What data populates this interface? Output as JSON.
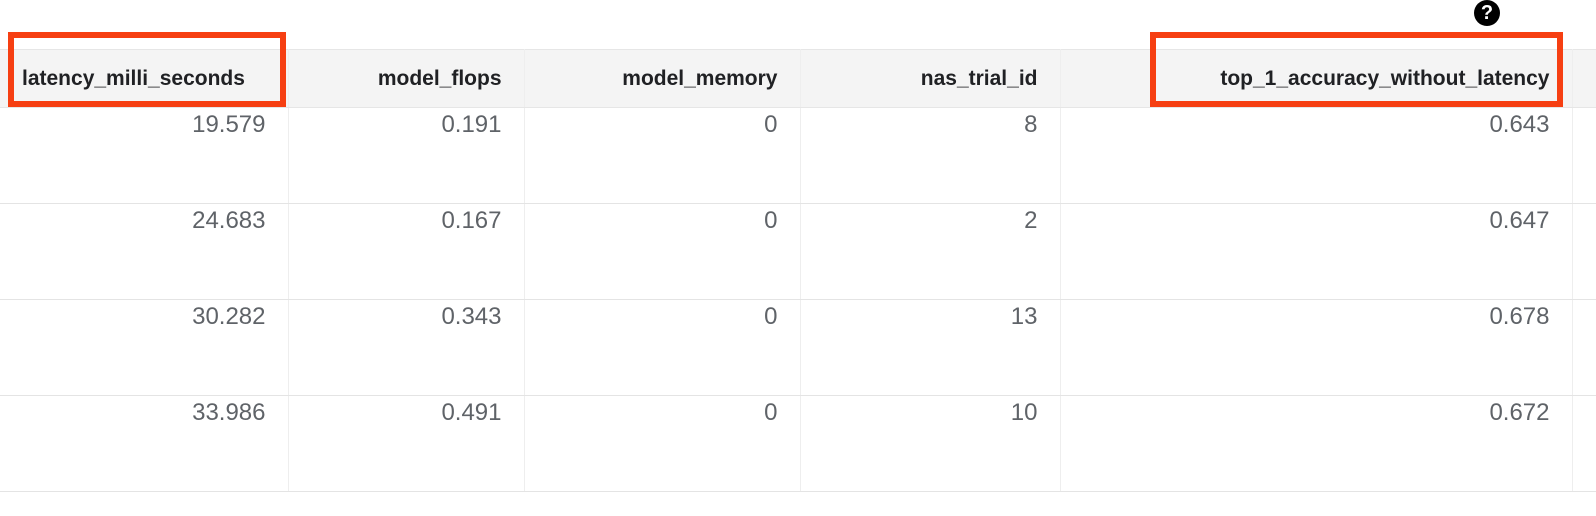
{
  "help": {
    "icon": "help-circle-icon",
    "glyph": "?"
  },
  "accents": {
    "highlight": "#f63f12",
    "header_bg": "#f4f4f4",
    "value_text": "#5f6368",
    "header_text": "#202124",
    "row_border": "#e4e4e4"
  },
  "table": {
    "columns": [
      {
        "key": "latency_milli_seconds",
        "label": "latency_milli_seconds",
        "align": "left",
        "highlighted": true
      },
      {
        "key": "model_flops",
        "label": "model_flops",
        "align": "right",
        "highlighted": false
      },
      {
        "key": "model_memory",
        "label": "model_memory",
        "align": "right",
        "highlighted": false
      },
      {
        "key": "nas_trial_id",
        "label": "nas_trial_id",
        "align": "right",
        "highlighted": false
      },
      {
        "key": "top_1_accuracy_without_latency",
        "label": "top_1_accuracy_without_latency",
        "align": "right",
        "highlighted": true
      },
      {
        "key": "next_column_partial",
        "label": "",
        "align": "right",
        "highlighted": false
      }
    ],
    "rows": [
      {
        "latency_milli_seconds": "19.579",
        "model_flops": "0.191",
        "model_memory": "0",
        "nas_trial_id": "8",
        "top_1_accuracy_without_latency": "0.643",
        "next_column_partial": ""
      },
      {
        "latency_milli_seconds": "24.683",
        "model_flops": "0.167",
        "model_memory": "0",
        "nas_trial_id": "2",
        "top_1_accuracy_without_latency": "0.647",
        "next_column_partial": ""
      },
      {
        "latency_milli_seconds": "30.282",
        "model_flops": "0.343",
        "model_memory": "0",
        "nas_trial_id": "13",
        "top_1_accuracy_without_latency": "0.678",
        "next_column_partial": ""
      },
      {
        "latency_milli_seconds": "33.986",
        "model_flops": "0.491",
        "model_memory": "0",
        "nas_trial_id": "10",
        "top_1_accuracy_without_latency": "0.672",
        "next_column_partial": ""
      }
    ]
  }
}
